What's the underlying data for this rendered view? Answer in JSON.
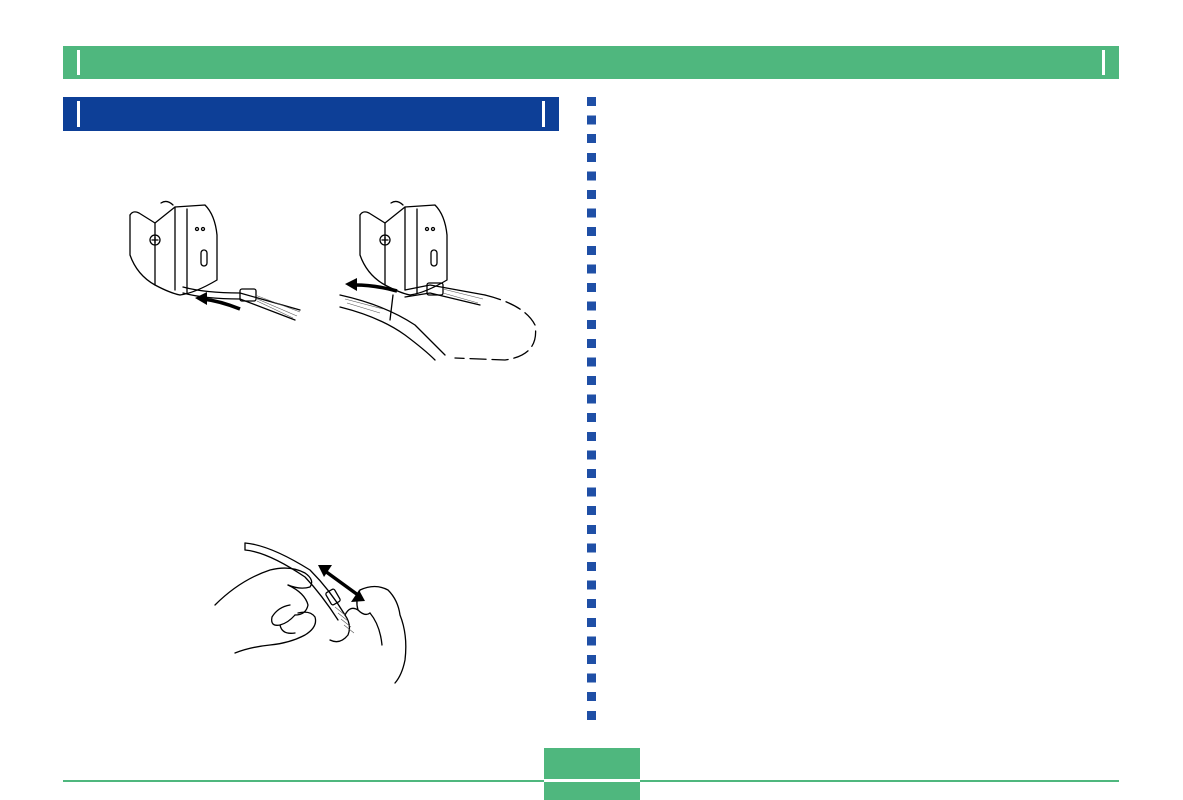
{
  "colors": {
    "header_green": "#4fb77e",
    "section_blue": "#0d3f97",
    "divider_dot_blue": "#1f4fa6"
  },
  "header": {
    "title": ""
  },
  "section": {
    "title": ""
  },
  "footer": {
    "page_number": ""
  },
  "illustrations": [
    {
      "icon": "strap-thread-through-eyelet-illustration"
    },
    {
      "icon": "strap-loop-pull-through-illustration"
    },
    {
      "icon": "strap-length-adjust-hands-illustration"
    }
  ]
}
